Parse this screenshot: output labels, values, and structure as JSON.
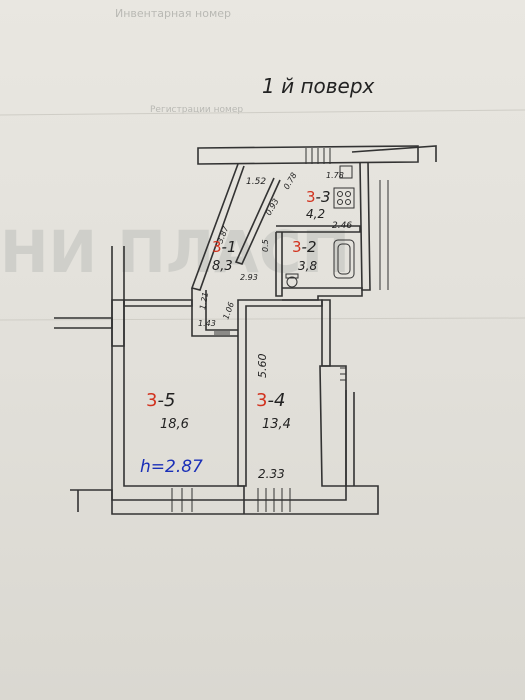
{
  "floor_title": "1 й поверх",
  "ceiling_height": "h=2.87",
  "background_faint": {
    "top_text": "Инвентарная номер",
    "sub_text": "Регистрации номер",
    "big_word": "НИ ПЛАСП"
  },
  "rooms": [
    {
      "id": "3-1",
      "label_red": "3",
      "label_rest": "-1",
      "area": "8,3"
    },
    {
      "id": "3-2",
      "label_red": "3",
      "label_rest": "-2",
      "area": "3,8"
    },
    {
      "id": "3-3",
      "label_red": "3",
      "label_rest": "-3",
      "area": "4,2"
    },
    {
      "id": "3-4",
      "label_red": "3",
      "label_rest": "-4",
      "area": "13,4"
    },
    {
      "id": "3-5",
      "label_red": "3",
      "label_rest": "-5",
      "area": "18,6"
    }
  ],
  "dimensions": {
    "d152": "1.52",
    "d178": "1.78",
    "d078": "0.78",
    "d093": "0.93",
    "d387": "3.87",
    "d246": "2.46",
    "d05": "0.5",
    "d293": "2.93",
    "d121": "1.21",
    "d143": "1.43",
    "d106": "1.06",
    "d560": "5.60",
    "d233": "2.33"
  }
}
